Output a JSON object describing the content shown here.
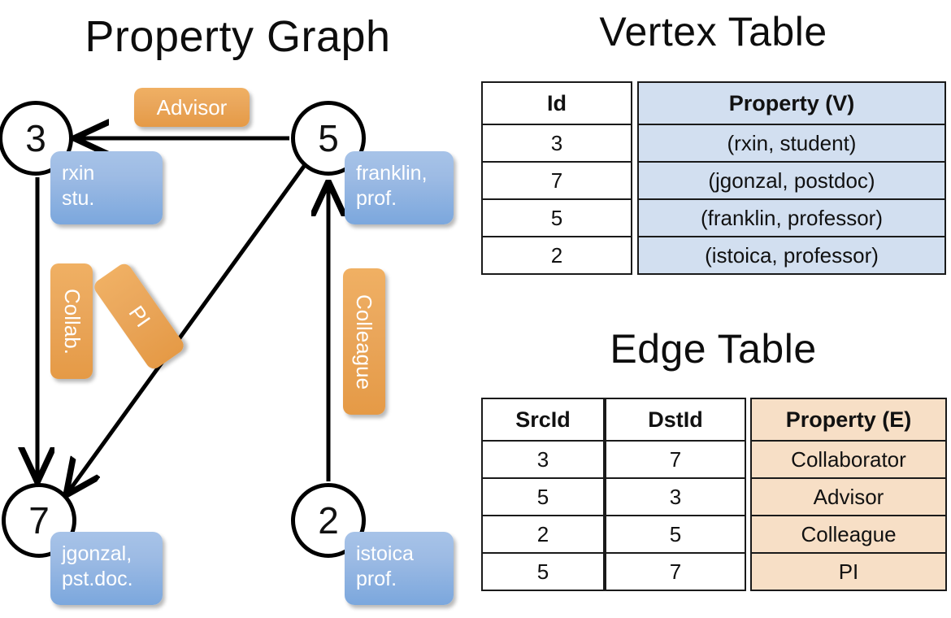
{
  "titles": {
    "property_graph": "Property Graph",
    "vertex_table": "Vertex Table",
    "edge_table": "Edge Table"
  },
  "graph": {
    "nodes": [
      {
        "id": "3",
        "property_line1": "rxin",
        "property_line2": "stu."
      },
      {
        "id": "5",
        "property_line1": "franklin,",
        "property_line2": "prof."
      },
      {
        "id": "7",
        "property_line1": "jgonzal,",
        "property_line2": "pst.doc."
      },
      {
        "id": "2",
        "property_line1": "istoica",
        "property_line2": "prof."
      }
    ],
    "edge_labels": {
      "advisor": "Advisor",
      "collab": "Collab.",
      "pi": "PI",
      "colleague": "Colleague"
    }
  },
  "vertex_table": {
    "headers": [
      "Id",
      "Property (V)"
    ],
    "rows": [
      {
        "id": "3",
        "property": "(rxin, student)"
      },
      {
        "id": "7",
        "property": "(jgonzal, postdoc)"
      },
      {
        "id": "5",
        "property": "(franklin, professor)"
      },
      {
        "id": "2",
        "property": "(istoica, professor)"
      }
    ]
  },
  "edge_table": {
    "headers": [
      "SrcId",
      "DstId",
      "Property (E)"
    ],
    "rows": [
      {
        "src": "3",
        "dst": "7",
        "property": "Collaborator"
      },
      {
        "src": "5",
        "dst": "3",
        "property": "Advisor"
      },
      {
        "src": "2",
        "dst": "5",
        "property": "Colleague"
      },
      {
        "src": "5",
        "dst": "7",
        "property": "PI"
      }
    ]
  },
  "colors": {
    "vertex_fill": "#d2dff0",
    "edge_fill": "#f7dfc6",
    "node_property_box": "#9dbbe4",
    "edge_label_box": "#eaa75c"
  }
}
